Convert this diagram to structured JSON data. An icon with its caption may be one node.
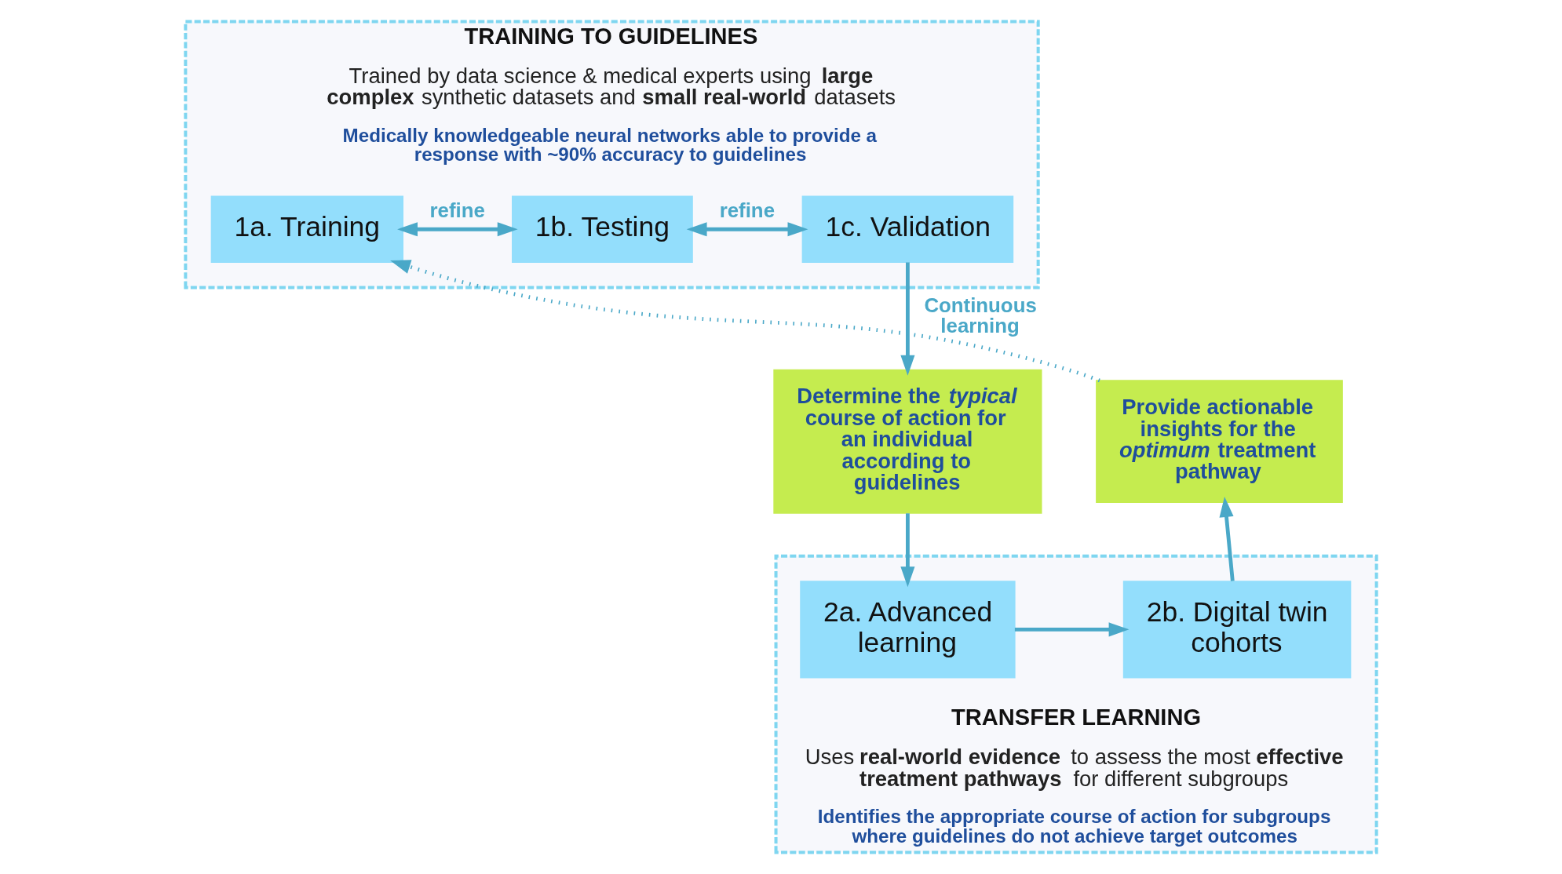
{
  "diagram": {
    "nodes": [
      {
        "text": [
          "TRAINING TO GUIDELINES",
          "Trained by data science & medical experts using **large complex** synthetic datasets and **small real-world** datasets",
          "Medically knowledgeable neural networks able to provide a response with ~90% accuracy to guidelines"
        ]
      },
      {
        "text": [
          "1a. Training"
        ],
        "in": 0
      },
      {
        "text": [
          "1b. Testing"
        ],
        "in": 0
      },
      {
        "text": [
          "1c. Validation"
        ],
        "in": 0
      },
      {
        "text": [
          "Determine the *typical* course of action for an individual according to guidelines"
        ]
      },
      {
        "text": [
          "TRANSFER LEARNING",
          "Uses **real-world evidence** to assess the most **effective treatment pathways** for different subgroups",
          "Identifies the appropriate course of action for subgroups where guidelines do not achieve target outcomes"
        ]
      },
      {
        "text": [
          "2a. Advanced learning"
        ],
        "in": 5
      },
      {
        "text": [
          "2b. Digital twin cohorts"
        ],
        "in": 5
      },
      {
        "text": [
          "Provide actionable insights for the *optimum* treatment pathway"
        ]
      }
    ],
    "edges": [
      {
        "from": 1,
        "to": 2,
        "arrow": "both",
        "label": "refine"
      },
      {
        "from": 2,
        "to": 3,
        "arrow": "both",
        "label": "refine"
      },
      {
        "from": 3,
        "to": 4,
        "arrow": "to"
      },
      {
        "from": 4,
        "to": 6,
        "arrow": "to"
      },
      {
        "from": 6,
        "to": 7,
        "arrow": "to"
      },
      {
        "from": 7,
        "to": 8,
        "arrow": "to"
      },
      {
        "from": 8,
        "to": 1,
        "arrow": "to",
        "style": "dashed",
        "label": "Continuous learning"
      }
    ]
  }
}
